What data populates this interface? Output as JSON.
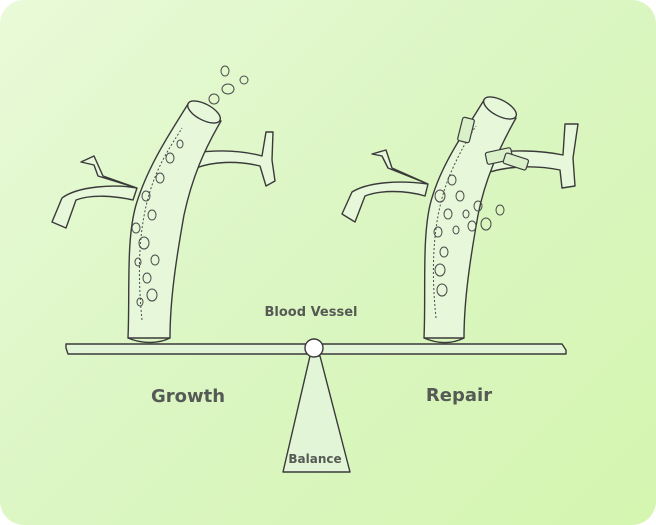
{
  "diagram": {
    "vessel_label": "Blood Vessel",
    "left_label": "Growth",
    "right_label": "Repair",
    "fulcrum_label": "Balance"
  },
  "colors": {
    "background_start": "#e9fad8",
    "background_end": "#d4f6b0",
    "vessel_fill": "#e6f7da",
    "stroke": "#3a3a3a",
    "text": "#555a55"
  }
}
